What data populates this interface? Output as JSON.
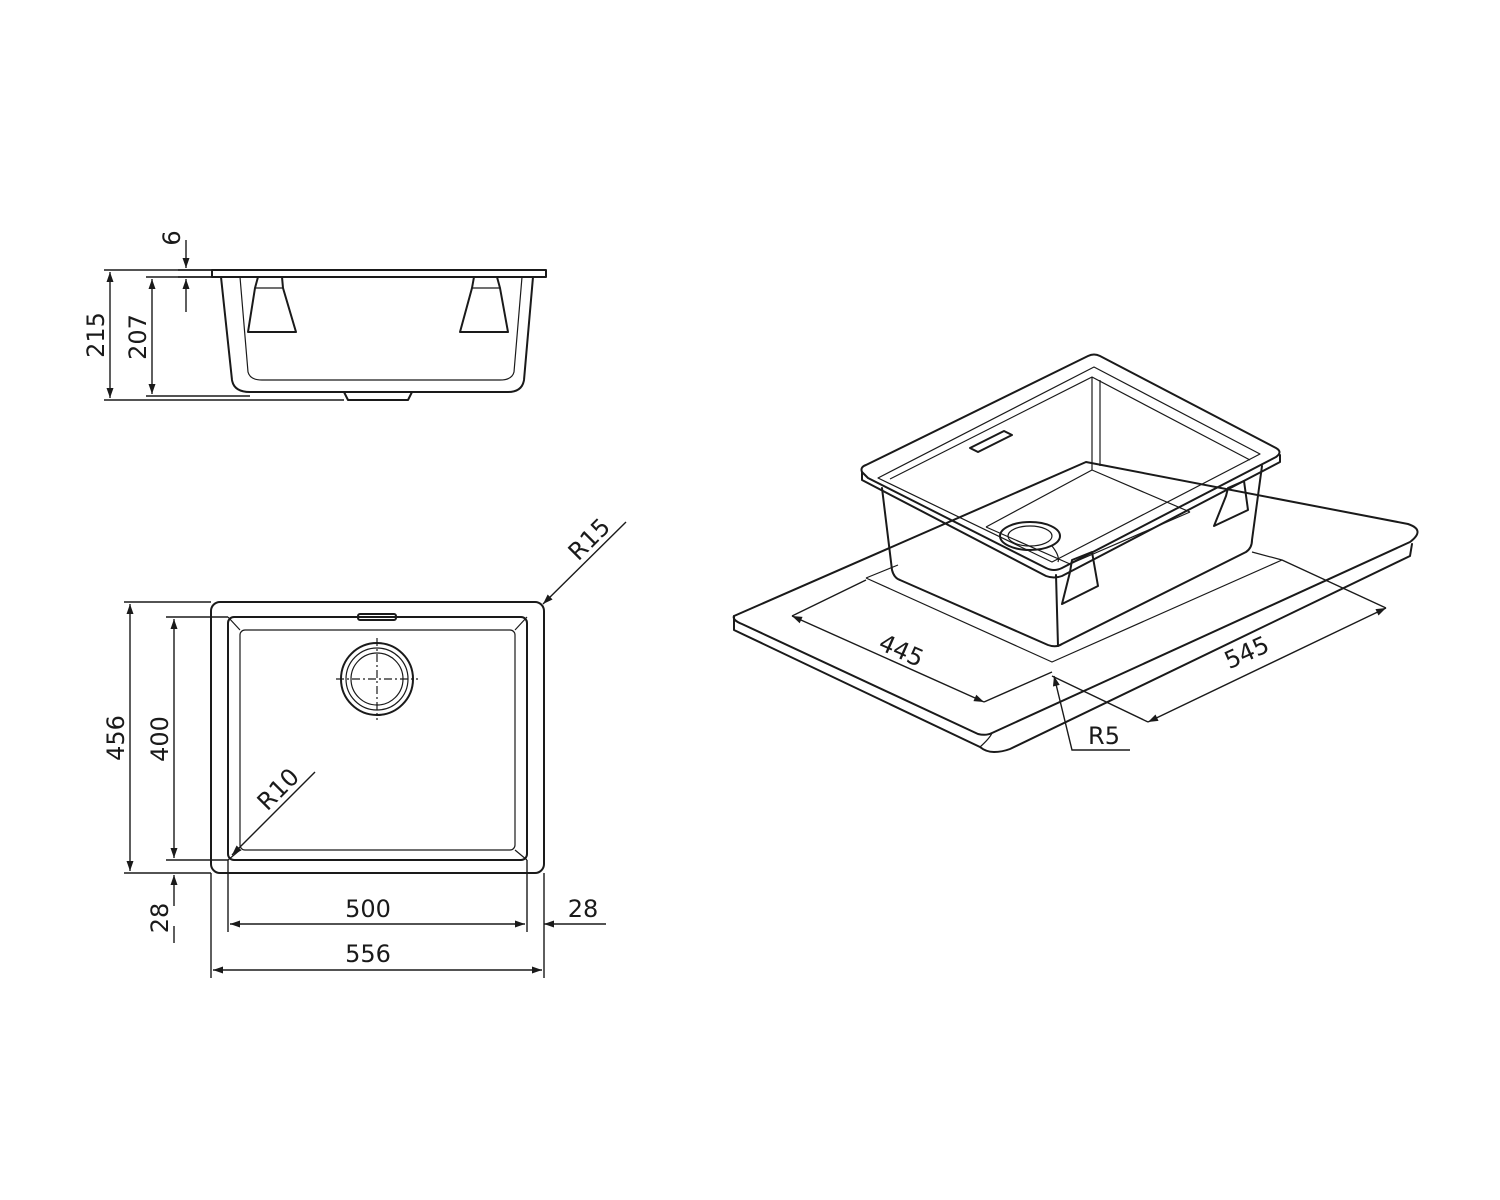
{
  "colors": {
    "line": "#1a1a1a",
    "background": "#ffffff"
  },
  "side_view": {
    "dim_total_height": "215",
    "dim_bowl_height": "207",
    "dim_flange": "6"
  },
  "top_view": {
    "dim_outer_depth": "456",
    "dim_inner_depth": "400",
    "dim_inner_width": "500",
    "dim_outer_width": "556",
    "dim_margin_right": "28",
    "dim_margin_bottom": "28",
    "radius_corner_outer": "R15",
    "radius_corner_inner": "R10"
  },
  "iso_view": {
    "dim_cutout_depth": "445",
    "dim_cutout_width": "545",
    "radius_cutout": "R5"
  }
}
